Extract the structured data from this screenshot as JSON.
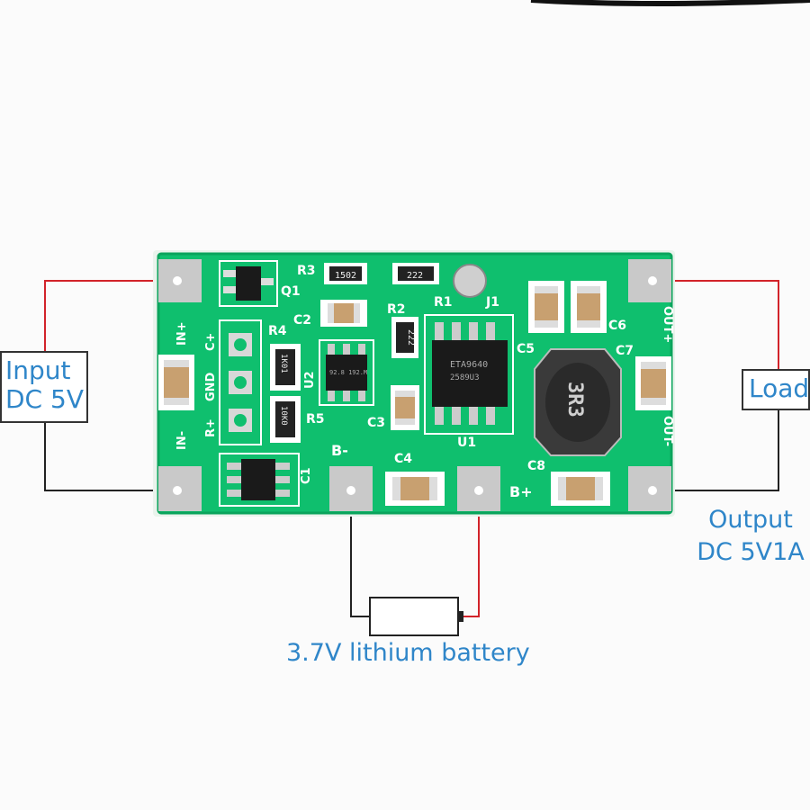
{
  "input_label": {
    "line1": "Input",
    "line2": "DC 5V"
  },
  "load_label": "Load",
  "output_label": {
    "line1": "Output",
    "line2": "DC 5V1A"
  },
  "battery_label": "3.7V lithium battery",
  "board": {
    "silkscreen": {
      "q1": "Q1",
      "r3": "R3",
      "r3_code": "1502",
      "r1": "R1",
      "r1_code": "222",
      "j1": "J1",
      "r2": "R2",
      "r2_code": "222",
      "c2": "C2",
      "r4": "R4",
      "r4_code": "1K01",
      "u2": "U2",
      "u2_mark": "92.8 192.M",
      "r5": "R5",
      "r5_code": "10K0",
      "c3": "C3",
      "u1": "U1",
      "u1_mark": "ETA9640",
      "u1_mark2": "2589U3",
      "c5": "C5",
      "c6": "C6",
      "c7": "C7",
      "c4": "C4",
      "c8": "C8",
      "c1": "C1",
      "inductor": "3R3",
      "in_plus": "IN+",
      "in_minus": "IN-",
      "c_plus": "C+",
      "gnd": "GND",
      "r_plus": "R+",
      "b_minus": "B-",
      "b_plus": "B+",
      "out_plus": "OUT+",
      "out_minus": "OUT-"
    }
  },
  "colors": {
    "pcb": "#0fbf6e",
    "pcb_dark": "#0aa45c",
    "wire_red": "#d2232a",
    "wire_black": "#222222",
    "label_blue": "#2f86c9"
  }
}
